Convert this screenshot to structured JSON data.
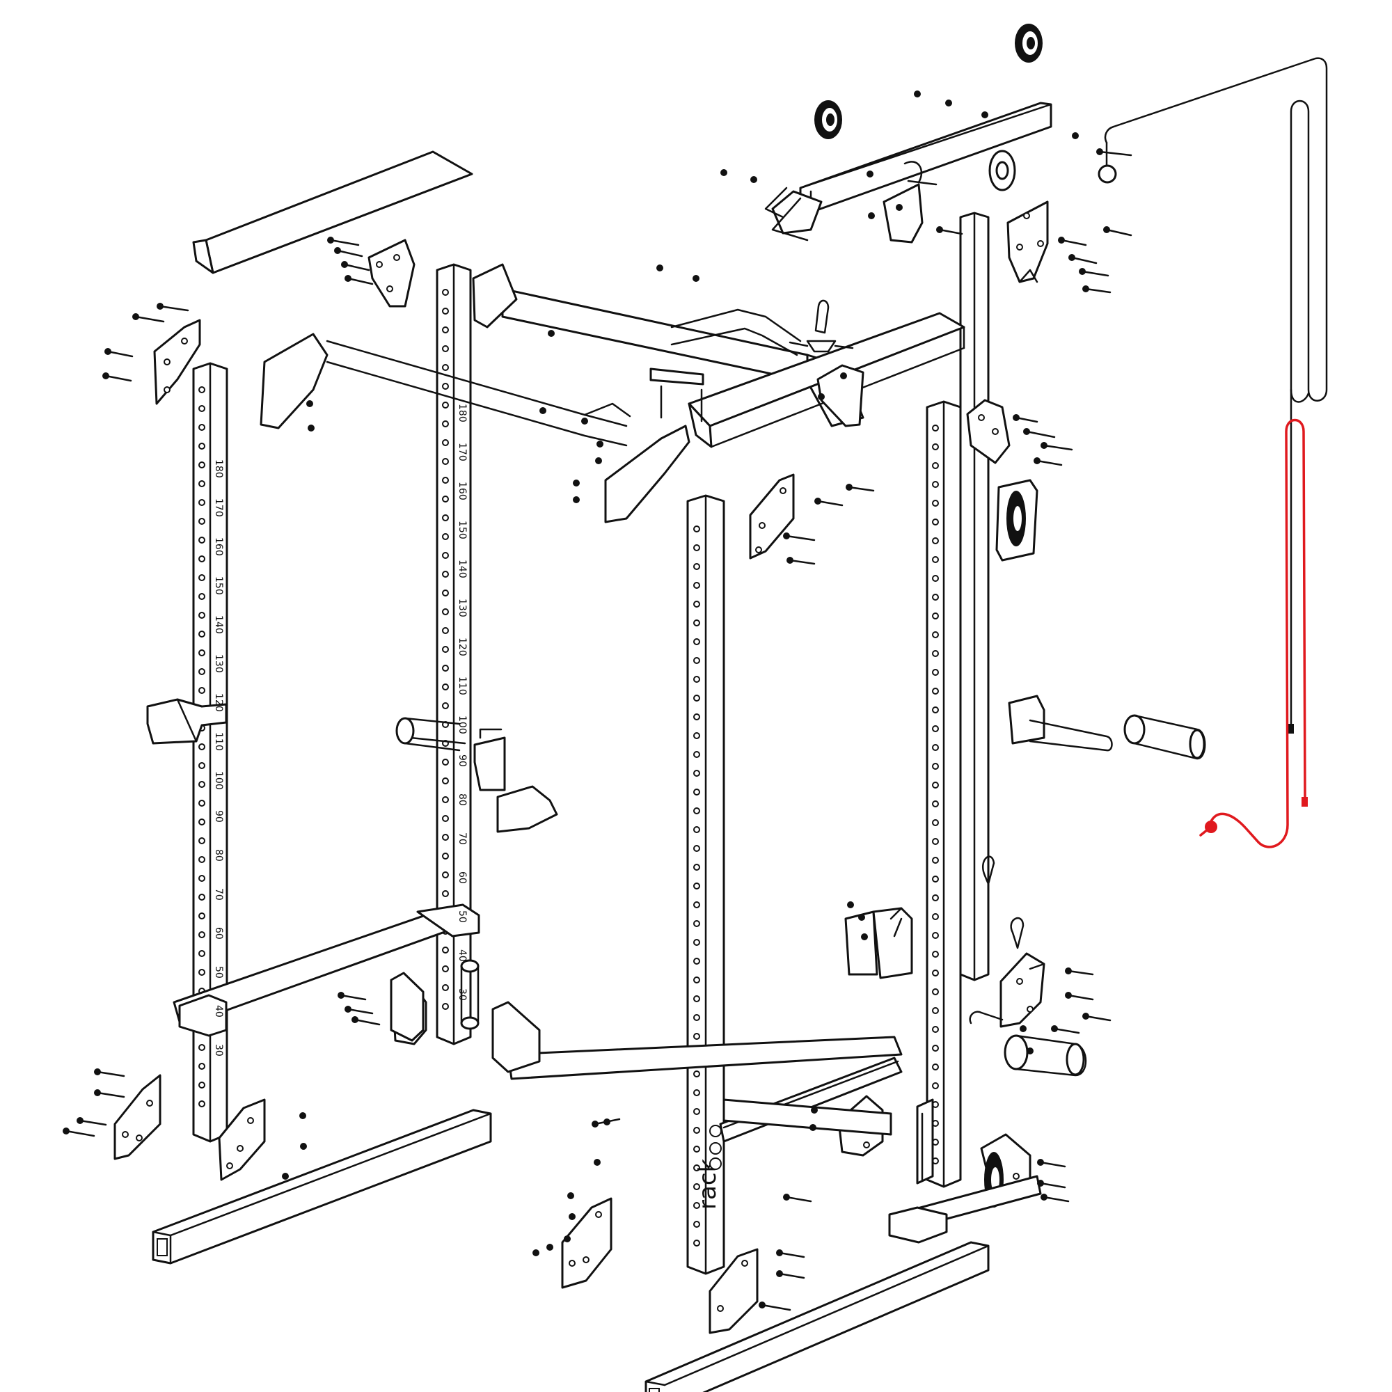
{
  "brand_label": "rack",
  "upright_marks": [
    "180",
    "170",
    "160",
    "150",
    "140",
    "130",
    "120",
    "110",
    "100",
    "90",
    "80",
    "70",
    "60",
    "50",
    "40",
    "30"
  ],
  "colors": {
    "line": "#111111",
    "background": "#ffffff",
    "highlight": "#e0191e"
  },
  "highlighted_part": "cable"
}
